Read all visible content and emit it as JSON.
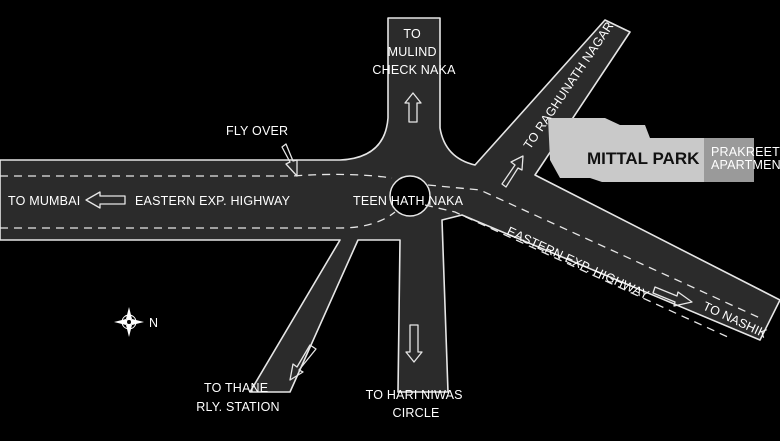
{
  "labels": {
    "to_mulind": [
      "TO",
      "MULIND",
      "CHECK NAKA"
    ],
    "fly_over": "FLY OVER",
    "to_raghunath": "TO RAGHUNATH NAGAR",
    "mittal_park": "MITTAL PARK",
    "prakreeti": [
      "PRAKREETI",
      "APARTMENT"
    ],
    "to_mumbai": "TO MUMBAI",
    "eastern_exp_west": "EASTERN EXP. HIGHWAY",
    "teen_hath_naka": "TEEN HATH NAKA",
    "eastern_exp_east": "EASTERN EXP. HIGHWAY",
    "to_nashik": "TO NASHIK",
    "compass_n": "N",
    "to_thane": [
      "TO THANE",
      "RLY. STATION"
    ],
    "to_hari_niwas": [
      "TO HARI NIWAS",
      "CIRCLE"
    ]
  },
  "colors": {
    "background": "#000000",
    "road": "#2b2b2b",
    "road_edge": "#e6e6e6",
    "text": "#ffffff",
    "building_mittal": "#c9c9c9",
    "building_prakreeti": "#999999"
  },
  "icons": [
    "compass-rose-icon",
    "arrow-up-icon",
    "arrow-left-icon",
    "arrow-down-icon"
  ]
}
